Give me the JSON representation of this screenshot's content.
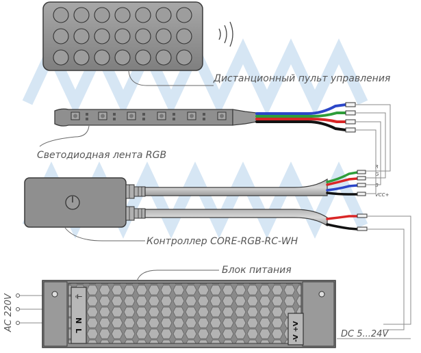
{
  "labels": {
    "remote": "Дистанционный пульт управления",
    "strip": "Светодиодная лента RGB",
    "controller": "Контроллер  CORE-RGB-RC-WH",
    "psu": "Блок питания",
    "ac": "AC 220V",
    "dc": "DC 5...24V"
  },
  "wire_tags": [
    "R",
    "G",
    "B",
    "VCC+"
  ],
  "psu_terminals": [
    "N",
    "L",
    "⏚"
  ],
  "psu_output": "-V +V",
  "colors": {
    "red": "#d92626",
    "green": "#2e9e3a",
    "blue": "#2b46c8",
    "black": "#111111",
    "body_gray": "#8f8f8f",
    "outline": "#3a3a3a",
    "watermark": "#d6e6f4"
  }
}
